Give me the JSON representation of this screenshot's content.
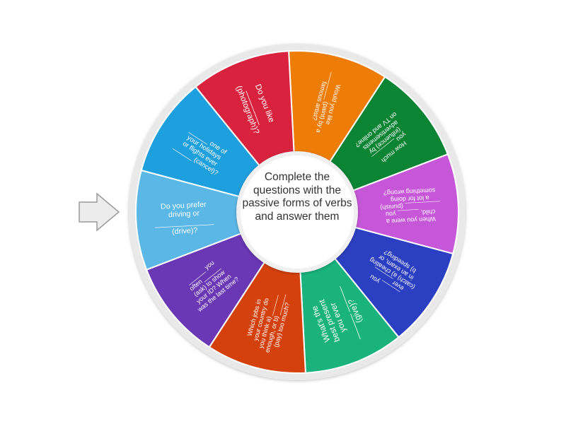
{
  "wheel": {
    "center_text": "Complete the questions with the passive forms of verbs and answer them",
    "segments": [
      {
        "color": "#ee7d07",
        "text": [
          "Would you like",
          "________ (paint) by a",
          "famous artist?"
        ]
      },
      {
        "color": "#0b8434",
        "text": [
          "How much",
          "you ________",
          "(influence) by",
          "advertisements",
          "on TV and online?"
        ]
      },
      {
        "color": "#c657d9",
        "text": [
          "When you were a",
          "child, ______ you",
          "__________ (punish)",
          "a lot for doing",
          "something wrong?"
        ]
      },
      {
        "color": "#2b3fc2",
        "text": [
          "______ you",
          "ever ______",
          "(catch) a) cheating",
          "in an exam, or",
          "b) speeding?"
        ]
      },
      {
        "color": "#1ab37e",
        "text": [
          "What's the",
          "best present",
          "you ever",
          "______ ______",
          "(give)?"
        ]
      },
      {
        "color": "#d5410d",
        "text": [
          "Which jobs in",
          "your country do",
          "you think a) ______",
          "enough, or b) ______",
          "(pay) too much?"
        ]
      },
      {
        "color": "#6a37b5",
        "text": [
          "______ you",
          "often ______",
          "(ask) to show",
          "your ID? When",
          "was the last time?"
        ]
      },
      {
        "color": "#5bb7e6",
        "text": [
          "Do you prefer",
          "driving or",
          "______________",
          "(drive)?"
        ]
      },
      {
        "color": "#1e9fde",
        "text": [
          "______ one of",
          "your holidays",
          "or flights ever",
          "______ (cancel)?"
        ]
      },
      {
        "color": "#d9233e",
        "text": [
          "Do you like",
          "________",
          "(photograph)?"
        ]
      }
    ]
  },
  "pointer": {
    "icon": "arrow-right-icon"
  }
}
